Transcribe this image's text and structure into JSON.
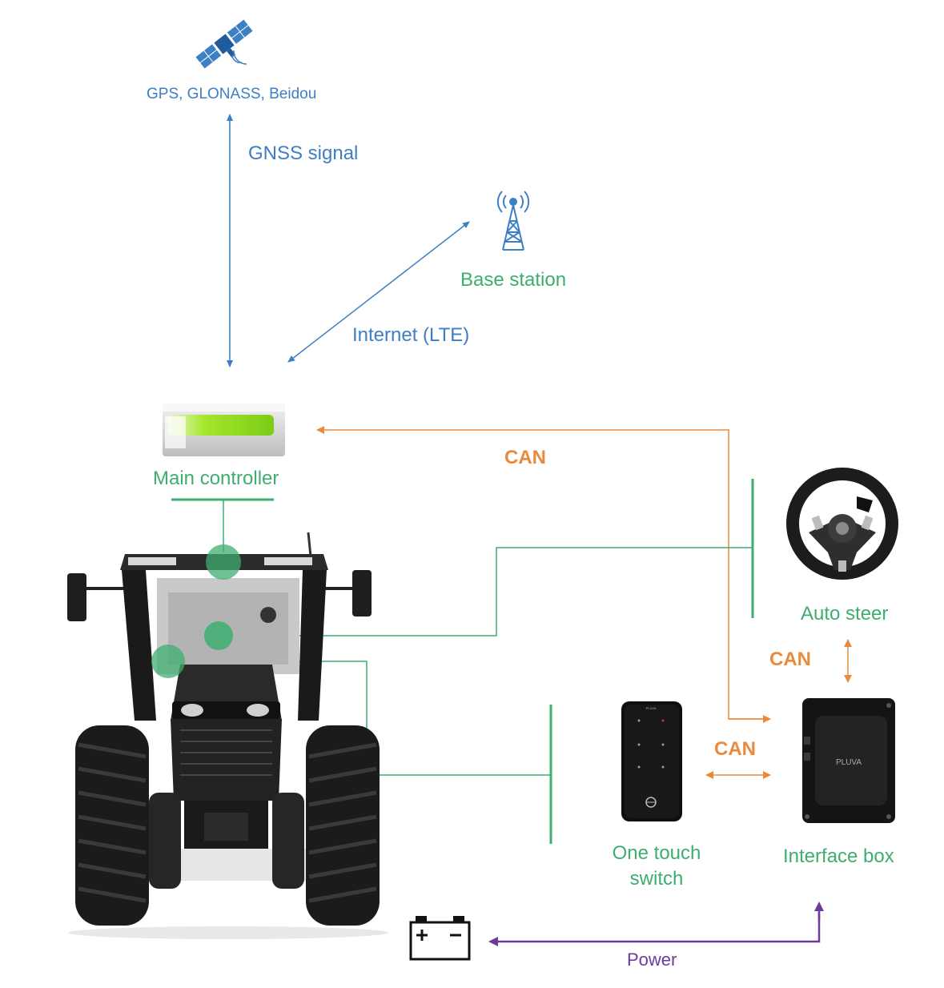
{
  "satellite": {
    "label": "GPS, GLONASS, Beidou",
    "icon": "satellite-icon"
  },
  "links": {
    "gnss": "GNSS signal",
    "internet": "Internet (LTE)",
    "can_main": "CAN",
    "can_steer": "CAN",
    "can_switch": "CAN",
    "power": "Power"
  },
  "nodes": {
    "base_station": "Base station",
    "main_controller": "Main controller",
    "auto_steer": "Auto steer",
    "one_touch_switch_line1": "One touch",
    "one_touch_switch_line2": "switch",
    "interface_box": "Interface box",
    "interface_box_brand": "PLUVA",
    "switch_brand": "PLUVA"
  },
  "icons": {
    "tower": "radio-tower-icon",
    "battery": "battery-icon",
    "tractor": "tractor-icon",
    "steering": "steering-wheel-icon"
  },
  "colors": {
    "blue": "#3d7fc4",
    "green": "#3dae70",
    "orange": "#e98a3c",
    "purple": "#6e3a9d"
  }
}
